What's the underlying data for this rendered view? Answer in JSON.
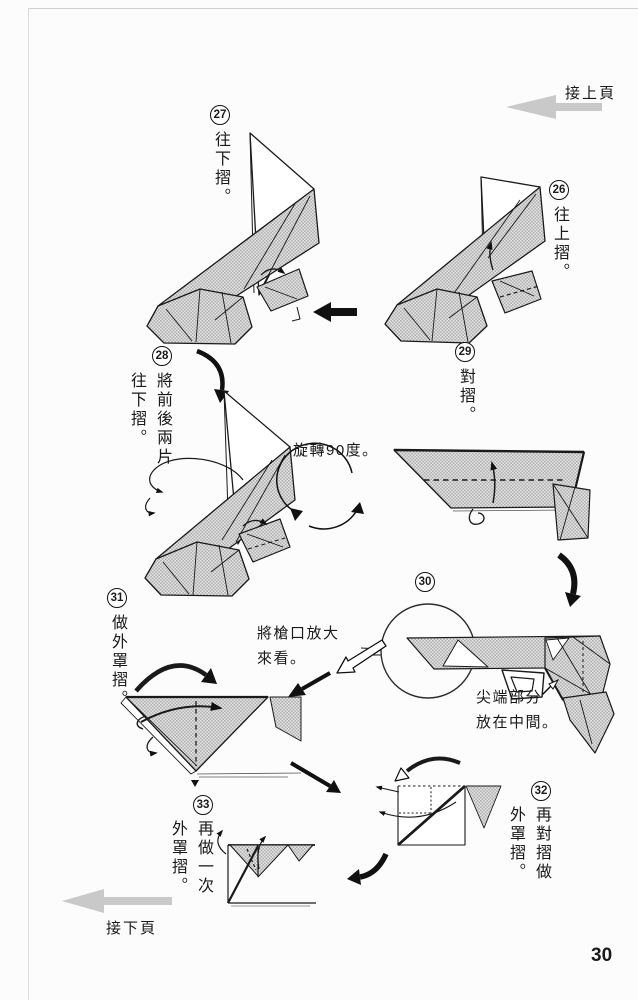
{
  "page": {
    "number": "30",
    "prev_label": "接上頁",
    "next_label": "接下頁"
  },
  "steps": {
    "s26": {
      "num": "26",
      "text": "往上摺。"
    },
    "s27": {
      "num": "27",
      "text": "往下摺。"
    },
    "s28": {
      "num": "28",
      "line1": "將前後兩片",
      "line2": "往下摺。"
    },
    "s29": {
      "num": "29",
      "text": "對摺。"
    },
    "s30": {
      "num": "30"
    },
    "s31": {
      "num": "31",
      "text": "做外罩摺。"
    },
    "s32": {
      "num": "32",
      "line1": "再對摺做",
      "line2": "外罩摺。"
    },
    "s33": {
      "num": "33",
      "line1": "再做一次",
      "line2": "外罩摺。"
    }
  },
  "annotations": {
    "rotate": "旋轉90度。",
    "magnify_line1": "將槍口放大",
    "magnify_line2": "來看。",
    "tip_line1": "尖端部分",
    "tip_line2": "放在中間。"
  },
  "colors": {
    "paper": "#fcfcfc",
    "ink": "#1a1a1a",
    "halftone": "#c6c6c6",
    "nav_arrow": "#c9c9c9"
  }
}
